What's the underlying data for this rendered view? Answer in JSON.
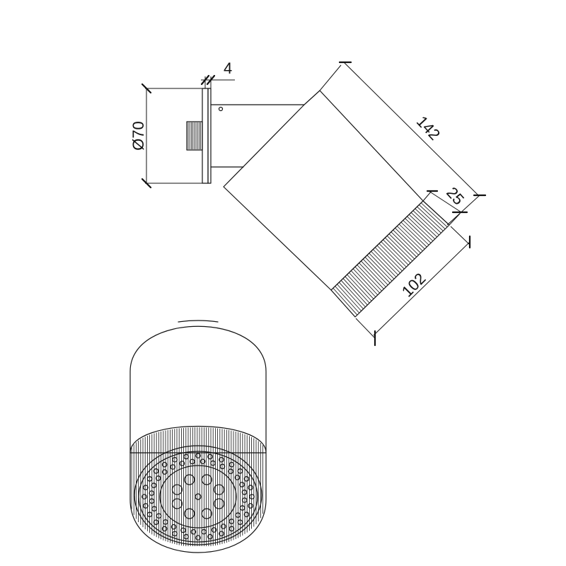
{
  "dimensions": {
    "wall_plate_diameter": "Ø70",
    "plate_thickness": "4",
    "head_length": "142",
    "ring_width": "25",
    "head_diameter": "102"
  },
  "face": {
    "outer_nozzle_count": 56,
    "inner_nozzle_count": 8
  }
}
